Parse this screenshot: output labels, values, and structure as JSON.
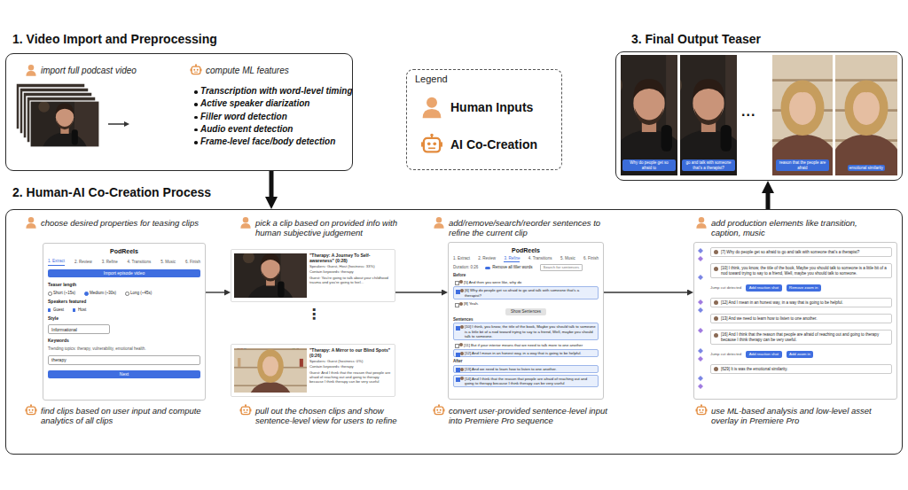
{
  "diagram": {
    "nodes": [
      {
        "text": [
          "1. Video Import and Preprocessing",
          "import full podcast video",
          "compute ML features",
          "Transcription with word-level timing",
          "Active speaker diarization",
          "Filler word detection",
          "Audio event detection",
          "Frame-level face/body detection"
        ]
      },
      {
        "text": [
          "3. Final Output Teaser"
        ]
      },
      {
        "text": [
          "Why do people get so afraid to"
        ],
        "in": 1
      },
      {
        "text": [
          "go and talk with someone that's a therapist?"
        ],
        "in": 1
      },
      {
        "text": [
          "reason that the people are afraid"
        ],
        "in": 1
      },
      {
        "text": [
          "emotional similarity"
        ],
        "in": 1
      },
      {
        "text": [
          "2. Human-AI Co-Creation Process",
          "choose desired properties for teasing clips",
          "find clips based on user input and compute analytics of all clips",
          "pick a clip based on provided info with human subjective judgement",
          "pull out the chosen clips and show sentence-level view for users to refine",
          "add/remove/search/reorder sentences to refine the current clip",
          "convert user-provided sentence-level input into Premiere Pro sequence",
          "add production elements like transition, caption, music",
          "use ML-based analysis and low-level asset overlay in Premiere Pro"
        ]
      },
      {
        "text": [
          "PodReels",
          "1. Extract",
          "2. Review",
          "3. Refine",
          "4. Transitions",
          "5. Music",
          "6. Finish",
          "Teaser length",
          "Short (~15s)",
          "Medium (~30s)",
          "Long (~45s)",
          "Speakers featured",
          "Guest",
          "Host",
          "Style",
          "Keywords",
          "Trending topics: therapy, vulnerability, emotional health."
        ],
        "in": 6
      },
      {
        "text": [
          "Import episode video"
        ],
        "in": 7
      },
      {
        "text": [
          "Informational"
        ],
        "in": 7
      },
      {
        "text": [
          "therapy"
        ],
        "in": 7
      },
      {
        "text": [
          "Next"
        ],
        "in": 7
      },
      {
        "text": [
          "\"Therapy: A Journey To Self-awareness\" (0:28)",
          "Speakers: Guest, Host (hostness: 33%)",
          "Contain keywords: therapy",
          "Guest: You're going to talk about your childhood trauma and you're going to feel..."
        ],
        "in": 6
      },
      {
        "text": [
          "\"Therapy: A Mirror to our Blind Spots\" (0:26)",
          "Speakers: Guest (hostness: 0%)",
          "Contain keywords: therapy",
          "Guest: And I think that the reason that people are afraid of reaching out and going to therapy because I think therapy can be very useful"
        ],
        "in": 6
      },
      {
        "text": [
          "PodReels",
          "1. Extract",
          "2. Review",
          "3. Refine",
          "4. Transitions",
          "5. Music",
          "6. Finish",
          "Duration: 0:26",
          "Remove all filler words",
          "Search for sentences",
          "Before",
          "[5] And then you were like, why do",
          "[6] Why do people get so afraid to go and talk with someone that's a therapist?",
          "[8] Yeah.",
          "Sentences",
          "[10] I think, you know, the title of the book, Maybe you should talk to someone is a little bit of a nod toward trying to say to a friend, Well, maybe you should talk to someone.",
          "[11] But if your interior means that we need to talk more to one another",
          "[12] And I mean in an honest way, in a way that is going to be helpful.",
          "After",
          "[13] And we need to learn how to listen to one another.",
          "[14] And I think that the reason that people are afraid of reaching out and going to therapy because I think therapy can be very useful"
        ],
        "in": 6
      },
      {
        "text": [
          "Show Sentences"
        ],
        "in": 14
      },
      {
        "text": [
          "[7] Why do people get so afraid to go and talk with someone that's a therapist?",
          "[10] I think, you know, the title of the book, Maybe you should talk to someone is a little bit of a nod toward trying to say to a friend, Well, maybe you should talk to someone.",
          "Jump cut detected",
          "[12] And I mean in an honest way, in a way that is going to be helpful.",
          "[13] And we need to learn how to listen to one another.",
          "[16] And I think that the reason that people are afraid of reaching out and going to therapy because I think therapy can be very useful.",
          "Jump cut detected",
          "[629] It is was the emotional similarity."
        ],
        "in": 6
      },
      {
        "text": [
          "Add reaction shot"
        ],
        "in": 16
      },
      {
        "text": [
          "Remove zoom in"
        ],
        "in": 16
      },
      {
        "text": [
          "Add reaction shot"
        ],
        "in": 16
      },
      {
        "text": [
          "Add zoom in"
        ],
        "in": 16
      }
    ],
    "edges": [
      {
        "from": 0,
        "to": 6,
        "arrow": "to"
      },
      {
        "from": 6,
        "to": 1,
        "arrow": "to"
      },
      {
        "from": 7,
        "to": 12,
        "arrow": "to"
      },
      {
        "from": 12,
        "to": 14,
        "arrow": "to"
      },
      {
        "from": 14,
        "to": 16,
        "arrow": "to"
      }
    ],
    "labels": [
      "Legend",
      "...",
      "⋮"
    ],
    "legend": [
      {
        "text": "Human Inputs"
      },
      {
        "text": "AI Co-Creation"
      }
    ]
  }
}
